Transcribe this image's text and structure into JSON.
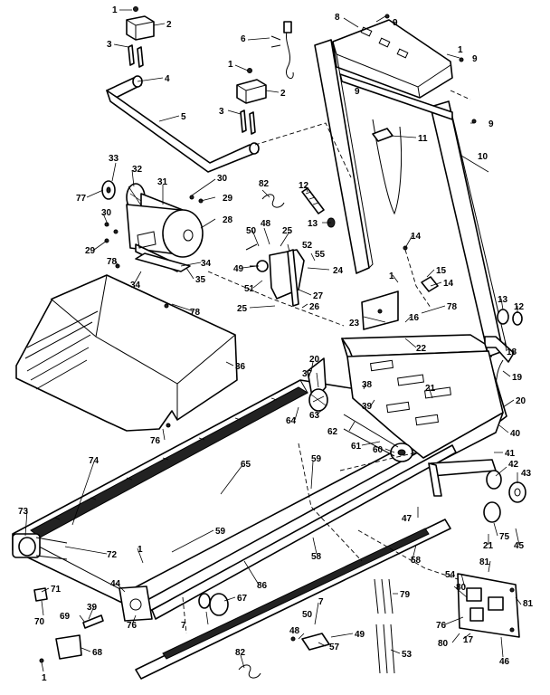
{
  "callouts": [
    {
      "id": "c1a",
      "text": "1"
    },
    {
      "id": "c2a",
      "text": "2"
    },
    {
      "id": "c3a",
      "text": "3"
    },
    {
      "id": "c4",
      "text": "4"
    },
    {
      "id": "c5",
      "text": "5"
    },
    {
      "id": "c6",
      "text": "6"
    },
    {
      "id": "c1b",
      "text": "1"
    },
    {
      "id": "c2b",
      "text": "2"
    },
    {
      "id": "c3b",
      "text": "3"
    },
    {
      "id": "c8",
      "text": "8"
    },
    {
      "id": "c9a",
      "text": "9"
    },
    {
      "id": "c1c",
      "text": "1"
    },
    {
      "id": "c9b",
      "text": "9"
    },
    {
      "id": "c9c",
      "text": "9"
    },
    {
      "id": "c9d",
      "text": "9"
    },
    {
      "id": "c10",
      "text": "10"
    },
    {
      "id": "c11",
      "text": "11"
    },
    {
      "id": "c33",
      "text": "33"
    },
    {
      "id": "c32",
      "text": "32"
    },
    {
      "id": "c77",
      "text": "77"
    },
    {
      "id": "c31",
      "text": "31"
    },
    {
      "id": "c30a",
      "text": "30"
    },
    {
      "id": "c29a",
      "text": "29"
    },
    {
      "id": "c28",
      "text": "28"
    },
    {
      "id": "c30b",
      "text": "30"
    },
    {
      "id": "c29b",
      "text": "29"
    },
    {
      "id": "c82a",
      "text": "82"
    },
    {
      "id": "c12a",
      "text": "12"
    },
    {
      "id": "c13a",
      "text": "13"
    },
    {
      "id": "c48a",
      "text": "48"
    },
    {
      "id": "c50a",
      "text": "50"
    },
    {
      "id": "c25a",
      "text": "25"
    },
    {
      "id": "c52",
      "text": "52"
    },
    {
      "id": "c55",
      "text": "55"
    },
    {
      "id": "c24",
      "text": "24"
    },
    {
      "id": "c49a",
      "text": "49"
    },
    {
      "id": "c51",
      "text": "51"
    },
    {
      "id": "c27",
      "text": "27"
    },
    {
      "id": "c25b",
      "text": "25"
    },
    {
      "id": "c26",
      "text": "26"
    },
    {
      "id": "c34a",
      "text": "34"
    },
    {
      "id": "c78a",
      "text": "78"
    },
    {
      "id": "c34b",
      "text": "34"
    },
    {
      "id": "c35",
      "text": "35"
    },
    {
      "id": "c78b",
      "text": "78"
    },
    {
      "id": "c14a",
      "text": "14"
    },
    {
      "id": "c15",
      "text": "15"
    },
    {
      "id": "c1d",
      "text": "1"
    },
    {
      "id": "c14b",
      "text": "14"
    },
    {
      "id": "c13b",
      "text": "13"
    },
    {
      "id": "c12b",
      "text": "12"
    },
    {
      "id": "c23",
      "text": "23"
    },
    {
      "id": "c16",
      "text": "16"
    },
    {
      "id": "c78c",
      "text": "78"
    },
    {
      "id": "c22",
      "text": "22"
    },
    {
      "id": "c18",
      "text": "18"
    },
    {
      "id": "c19",
      "text": "19"
    },
    {
      "id": "c20a",
      "text": "20"
    },
    {
      "id": "c37",
      "text": "37"
    },
    {
      "id": "c36",
      "text": "36"
    },
    {
      "id": "c38",
      "text": "38"
    },
    {
      "id": "c39a",
      "text": "39"
    },
    {
      "id": "c21a",
      "text": "21"
    },
    {
      "id": "c20b",
      "text": "20"
    },
    {
      "id": "c64",
      "text": "64"
    },
    {
      "id": "c63",
      "text": "63"
    },
    {
      "id": "c62",
      "text": "62"
    },
    {
      "id": "c40",
      "text": "40"
    },
    {
      "id": "c61",
      "text": "61"
    },
    {
      "id": "c60",
      "text": "60"
    },
    {
      "id": "c41",
      "text": "41"
    },
    {
      "id": "c42",
      "text": "42"
    },
    {
      "id": "c43",
      "text": "43"
    },
    {
      "id": "c76a",
      "text": "76"
    },
    {
      "id": "c74",
      "text": "74"
    },
    {
      "id": "c65",
      "text": "65"
    },
    {
      "id": "c59a",
      "text": "59"
    },
    {
      "id": "c47",
      "text": "47"
    },
    {
      "id": "c75",
      "text": "75"
    },
    {
      "id": "c21b",
      "text": "21"
    },
    {
      "id": "c45",
      "text": "45"
    },
    {
      "id": "c73",
      "text": "73"
    },
    {
      "id": "c59b",
      "text": "59"
    },
    {
      "id": "c72",
      "text": "72"
    },
    {
      "id": "c1e",
      "text": "1"
    },
    {
      "id": "c58a",
      "text": "58"
    },
    {
      "id": "c58b",
      "text": "58"
    },
    {
      "id": "c81a",
      "text": "81"
    },
    {
      "id": "c54",
      "text": "54"
    },
    {
      "id": "c86",
      "text": "86"
    },
    {
      "id": "c44",
      "text": "44"
    },
    {
      "id": "c71",
      "text": "71"
    },
    {
      "id": "c39b",
      "text": "39"
    },
    {
      "id": "c67",
      "text": "67"
    },
    {
      "id": "c7a",
      "text": "7"
    },
    {
      "id": "c7b",
      "text": "7"
    },
    {
      "id": "c50b",
      "text": "50"
    },
    {
      "id": "c49b",
      "text": "49"
    },
    {
      "id": "c79",
      "text": "79"
    },
    {
      "id": "c80a",
      "text": "80"
    },
    {
      "id": "c81b",
      "text": "81"
    },
    {
      "id": "c70",
      "text": "70"
    },
    {
      "id": "c69",
      "text": "69"
    },
    {
      "id": "c76b",
      "text": "76"
    },
    {
      "id": "c76c",
      "text": "76"
    },
    {
      "id": "c48b",
      "text": "48"
    },
    {
      "id": "c57",
      "text": "57"
    },
    {
      "id": "c17",
      "text": "17"
    },
    {
      "id": "c80b",
      "text": "80"
    },
    {
      "id": "c46",
      "text": "46"
    },
    {
      "id": "c68",
      "text": "68"
    },
    {
      "id": "c1f",
      "text": "1"
    },
    {
      "id": "c82b",
      "text": "82"
    },
    {
      "id": "c53",
      "text": "53"
    }
  ]
}
